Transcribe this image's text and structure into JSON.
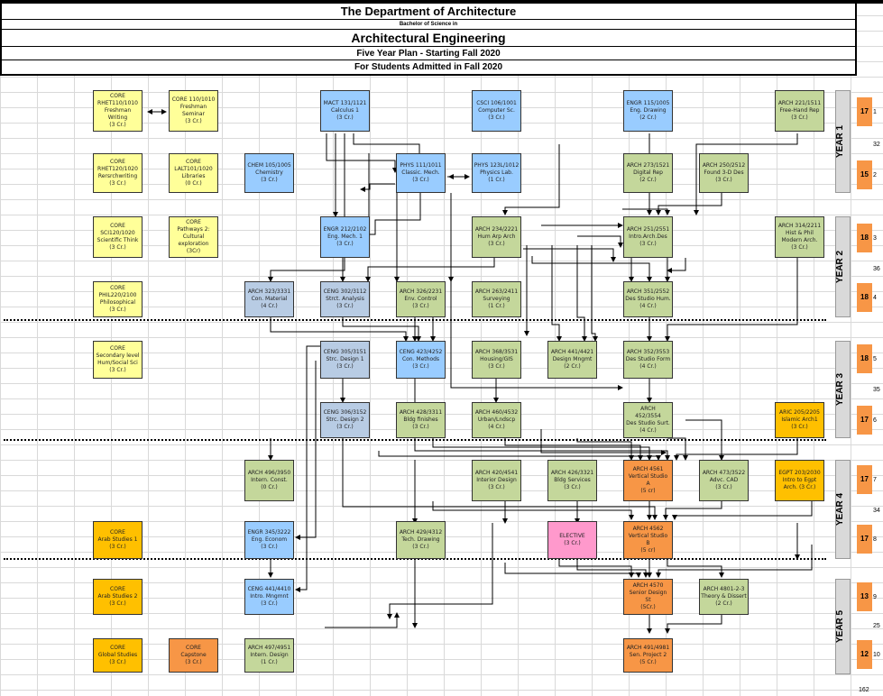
{
  "header": {
    "dept": "The Department of Architecture",
    "degree_prefix": "Bachelor of Science in",
    "degree": "Architectural Engineering",
    "plan": "Five Year Plan - Starting Fall 2020",
    "cohort": "For Students Admitted in Fall 2020"
  },
  "years": [
    "YEAR 1",
    "YEAR 2",
    "YEAR 3",
    "YEAR 4",
    "YEAR 5"
  ],
  "credits": [
    "17",
    "15",
    "18",
    "18",
    "18",
    "17",
    "17",
    "17",
    "13",
    "12"
  ],
  "right_numbers": [
    "1",
    "32",
    "2",
    "3",
    "36",
    "4",
    "5",
    "35",
    "6",
    "7",
    "34",
    "8",
    "9",
    "25",
    "10",
    "162"
  ],
  "courses": [
    {
      "id": "core_rhet110",
      "text": "CORE\nRHET110/1010\nFreshman\nWriting\n(3 Cr.)",
      "color": "yellow"
    },
    {
      "id": "core_110",
      "text": "CORE 110/1010\nFreshman\nSeminar\n(3 Cr.)",
      "color": "yellow"
    },
    {
      "id": "mact131",
      "text": "MACT 131/1121\nCalculus 1\n(3 Cr.)",
      "color": "blue"
    },
    {
      "id": "csci106",
      "text": "CSCI 106/1001\nComputer Sc.\n(3 Cr.)",
      "color": "blue"
    },
    {
      "id": "engr115",
      "text": "ENGR 115/1005\nEng. Drawing\n(2 Cr.)",
      "color": "blue"
    },
    {
      "id": "arch221",
      "text": "ARCH 221/1511\nFree-Hand Rep\n(3 Cr.)",
      "color": "green"
    },
    {
      "id": "core_rhet120",
      "text": "CORE\nRHET120/1020\nRersrchwriting\n(3 Cr.)",
      "color": "yellow"
    },
    {
      "id": "core_lalt101",
      "text": "CORE\nLALT101/1020\nLibraries\n(0 Cr.)",
      "color": "yellow"
    },
    {
      "id": "chem105",
      "text": "CHEM 105/1005\nChemistry\n(3 Cr.)",
      "color": "blue"
    },
    {
      "id": "phys111",
      "text": "PHYS 111/1011\nClassic. Mech.\n(3 Cr.)",
      "color": "blue"
    },
    {
      "id": "phys123l",
      "text": "PHYS 123L/1012\nPhysics Lab.\n(1 Cr.)",
      "color": "blue"
    },
    {
      "id": "arch273",
      "text": "ARCH 273/1521\nDigital Rep\n(2 Cr.)",
      "color": "green"
    },
    {
      "id": "arch250",
      "text": "ARCH 250/2512\nFound 3-D Des\n(3 Cr.)",
      "color": "green"
    },
    {
      "id": "core_sci120",
      "text": "CORE\nSCI120/1020\nScientific Think\n(3 Cr.)",
      "color": "yellow"
    },
    {
      "id": "core_path",
      "text": "CORE\nPathways 2:\nCultural\nexploration\n(3Cr)",
      "color": "yellow"
    },
    {
      "id": "engr212",
      "text": "ENGR 212/2102\nEng. Mech. 1\n(3 Cr.)",
      "color": "blue"
    },
    {
      "id": "arch234",
      "text": "ARCH 234/2221\nHum Arp Arch\n(3 Cr.)",
      "color": "green"
    },
    {
      "id": "arch251",
      "text": "ARCH 251/2551\nIntro.Arch.Des\n(3 Cr.)",
      "color": "green"
    },
    {
      "id": "arch314",
      "text": "ARCH 314/2211\nHist & Phil\nModern Arch.\n(3 Cr.)",
      "color": "green"
    },
    {
      "id": "core_phil220",
      "text": "CORE\nPHIL220/2100\nPhilosophical\n(3 Cr.)",
      "color": "yellow"
    },
    {
      "id": "arch323",
      "text": "ARCH 323/3331\nCon. Material\n(4 Cr.)",
      "color": "steel"
    },
    {
      "id": "ceng302",
      "text": "CENG 302/3112\nStrct. Analysis\n(3 Cr.)",
      "color": "steel"
    },
    {
      "id": "arch326",
      "text": "ARCH 326/2231\nEnv. Control\n(3 Cr.)",
      "color": "green"
    },
    {
      "id": "arch263",
      "text": "ARCH 263/2411\nSurveying\n(1 Cr.)",
      "color": "green"
    },
    {
      "id": "arch351",
      "text": "ARCH 351/2552\nDes Studio Hum.\n(4 Cr.)",
      "color": "green"
    },
    {
      "id": "core_sec",
      "text": "CORE\nSecondary level\nHum/Social Sci\n(3 Cr.)",
      "color": "yellow"
    },
    {
      "id": "ceng305",
      "text": "CENG 305/3151\nStrc. Design 1\n(3 Cr.)",
      "color": "steel"
    },
    {
      "id": "ceng423",
      "text": "CENG 423/4252\nCon. Methods\n(3 Cr.)",
      "color": "blue"
    },
    {
      "id": "arch368",
      "text": "ARCH 368/3531\nHousing/GIS\n(3 Cr.)",
      "color": "green"
    },
    {
      "id": "arch441",
      "text": "ARCH 441/4421\nDesign Mngmt\n(2 Cr.)",
      "color": "green"
    },
    {
      "id": "arch352",
      "text": "ARCH 352/3553\nDes Studio Form\n(4 Cr.)",
      "color": "green"
    },
    {
      "id": "ceng306",
      "text": "CENG 306/3152\nStrc. Design 2\n(3 Cr.)",
      "color": "steel"
    },
    {
      "id": "arch428",
      "text": "ARCH 428/3311\nBldg finishes\n(3 Cr.)",
      "color": "green"
    },
    {
      "id": "arch460",
      "text": "ARCH 460/4532\nUrban/Lndscp\n(4 Cr.)",
      "color": "green"
    },
    {
      "id": "arch452",
      "text": "ARCH\n452/3554\nDes Studio Surt.\n(4 Cr.)",
      "color": "green"
    },
    {
      "id": "aric205",
      "text": "ARIC 205/2205\nIslamic Arch1\n(3 Cr.)",
      "color": "gold"
    },
    {
      "id": "arch496",
      "text": "ARCH 496/3950\nIntern. Const.\n(0 Cr.)",
      "color": "green"
    },
    {
      "id": "arch420",
      "text": "ARCH 420/4541\nInterior Design\n(3 Cr.)",
      "color": "green"
    },
    {
      "id": "arch426",
      "text": "ARCH 426/3321\nBldg Services\n(3 Cr.)",
      "color": "green"
    },
    {
      "id": "arch4561",
      "text": "ARCH 4561\nVertical Studio\nA\n(5 cr)",
      "color": "orange"
    },
    {
      "id": "arch473",
      "text": "ARCH 473/3522\nAdvc. CAD\n(3 Cr.)",
      "color": "green"
    },
    {
      "id": "egpt203",
      "text": "EGPT 203/2030\nIntro to Egpt\nArch. (3 Cr.)",
      "color": "gold"
    },
    {
      "id": "core_arab1",
      "text": "CORE\nArab Studies 1\n(3 Cr.)",
      "color": "gold"
    },
    {
      "id": "engr345",
      "text": "ENGR 345/3222\nEng. Econom\n(3 Cr.)",
      "color": "blue"
    },
    {
      "id": "arch429",
      "text": "ARCH 429/4312\nTech. Drawing\n(3 Cr.)",
      "color": "green"
    },
    {
      "id": "elective",
      "text": "ELECTIVE\n(3 Cr.)",
      "color": "pink"
    },
    {
      "id": "arch4562",
      "text": "ARCH 4562\nVertical Studio\nB\n(5 cr)",
      "color": "orange"
    },
    {
      "id": "core_arab2",
      "text": "CORE\nArab Studies 2\n(3 Cr.)",
      "color": "gold"
    },
    {
      "id": "ceng441",
      "text": "CENG 441/4410\nIntro. Mngmnt\n(3 Cr.)",
      "color": "blue"
    },
    {
      "id": "arch4570",
      "text": "ARCH 4570\nSenior Design\nSt\n(5Cr.)",
      "color": "orange"
    },
    {
      "id": "arch4801",
      "text": "ARCH 4801-2-3\nTheory & Dissert\n(2 Cr.)",
      "color": "green"
    },
    {
      "id": "core_global",
      "text": "CORE\nGlobal Studies\n(3 Cr.)",
      "color": "gold"
    },
    {
      "id": "core_capstone",
      "text": "CORE\nCapstone\n(3 Cr.)",
      "color": "orange"
    },
    {
      "id": "arch497",
      "text": "ARCH 497/4951\nIntern. Design\n(1 Cr.)",
      "color": "green"
    },
    {
      "id": "arch491",
      "text": "ARCH 491/4981\nSen. Project 2\n(5 Cr.)",
      "color": "orange"
    }
  ]
}
